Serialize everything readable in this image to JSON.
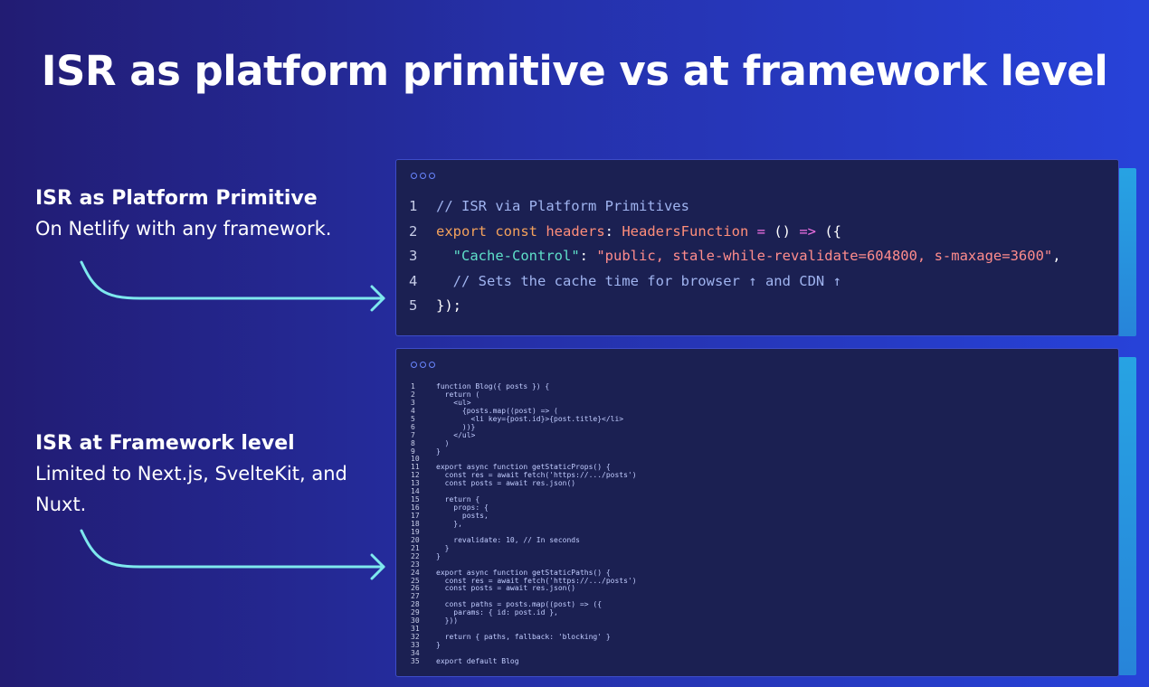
{
  "title": "ISR as platform primitive vs at framework level",
  "colors": {
    "arrow": "#7ee8ee",
    "panel_bg": "#1b2052",
    "panel_border": "#3d4cc8",
    "accent_bar": "#27a3e3"
  },
  "sections": [
    {
      "title": "ISR as Platform Primitive",
      "desc": "On Netlify with any framework."
    },
    {
      "title": "ISR at Framework level",
      "desc": "Limited to Next.js, SvelteKit, and Nuxt."
    }
  ],
  "platform_code": {
    "lines": [
      {
        "num": "1",
        "tokens": [
          {
            "t": "// ISR via Platform Primitives",
            "k": "comment"
          }
        ]
      },
      {
        "num": "2",
        "tokens": [
          {
            "t": "export const ",
            "k": "kw"
          },
          {
            "t": "headers",
            "k": "fn"
          },
          {
            "t": ": ",
            "k": "plain"
          },
          {
            "t": "HeadersFunction",
            "k": "fn"
          },
          {
            "t": " = ",
            "k": "op"
          },
          {
            "t": "() ",
            "k": "plain"
          },
          {
            "t": "=>",
            "k": "op"
          },
          {
            "t": " ({",
            "k": "plain"
          }
        ]
      },
      {
        "num": "3",
        "tokens": [
          {
            "t": "  ",
            "k": "plain"
          },
          {
            "t": "\"Cache-Control\"",
            "k": "key"
          },
          {
            "t": ": ",
            "k": "plain"
          },
          {
            "t": "\"public, stale-while-revalidate=604800, s-maxage=3600\"",
            "k": "str"
          },
          {
            "t": ",",
            "k": "plain"
          }
        ]
      },
      {
        "num": "4",
        "tokens": [
          {
            "t": "  // Sets the cache time for browser ↑ and CDN ↑",
            "k": "comment"
          }
        ]
      },
      {
        "num": "5",
        "tokens": [
          {
            "t": "});",
            "k": "plain"
          }
        ]
      }
    ]
  },
  "framework_code": {
    "lines": [
      {
        "num": "1",
        "text": "function Blog({ posts }) {"
      },
      {
        "num": "2",
        "text": "  return ("
      },
      {
        "num": "3",
        "text": "    <ul>"
      },
      {
        "num": "4",
        "text": "      {posts.map((post) => ("
      },
      {
        "num": "5",
        "text": "        <li key={post.id}>{post.title}</li>"
      },
      {
        "num": "6",
        "text": "      ))}"
      },
      {
        "num": "7",
        "text": "    </ul>"
      },
      {
        "num": "8",
        "text": "  )"
      },
      {
        "num": "9",
        "text": "}"
      },
      {
        "num": "10",
        "text": ""
      },
      {
        "num": "11",
        "text": "export async function getStaticProps() {"
      },
      {
        "num": "12",
        "text": "  const res = await fetch('https://.../posts')"
      },
      {
        "num": "13",
        "text": "  const posts = await res.json()"
      },
      {
        "num": "14",
        "text": ""
      },
      {
        "num": "15",
        "text": "  return {"
      },
      {
        "num": "16",
        "text": "    props: {"
      },
      {
        "num": "17",
        "text": "      posts,"
      },
      {
        "num": "18",
        "text": "    },"
      },
      {
        "num": "19",
        "text": ""
      },
      {
        "num": "20",
        "text": "    revalidate: 10, // In seconds"
      },
      {
        "num": "21",
        "text": "  }"
      },
      {
        "num": "22",
        "text": "}"
      },
      {
        "num": "23",
        "text": ""
      },
      {
        "num": "24",
        "text": "export async function getStaticPaths() {"
      },
      {
        "num": "25",
        "text": "  const res = await fetch('https://.../posts')"
      },
      {
        "num": "26",
        "text": "  const posts = await res.json()"
      },
      {
        "num": "27",
        "text": ""
      },
      {
        "num": "28",
        "text": "  const paths = posts.map((post) => ({"
      },
      {
        "num": "29",
        "text": "    params: { id: post.id },"
      },
      {
        "num": "30",
        "text": "  }))"
      },
      {
        "num": "31",
        "text": ""
      },
      {
        "num": "32",
        "text": "  return { paths, fallback: 'blocking' }"
      },
      {
        "num": "33",
        "text": "}"
      },
      {
        "num": "34",
        "text": ""
      },
      {
        "num": "35",
        "text": "export default Blog"
      }
    ]
  }
}
